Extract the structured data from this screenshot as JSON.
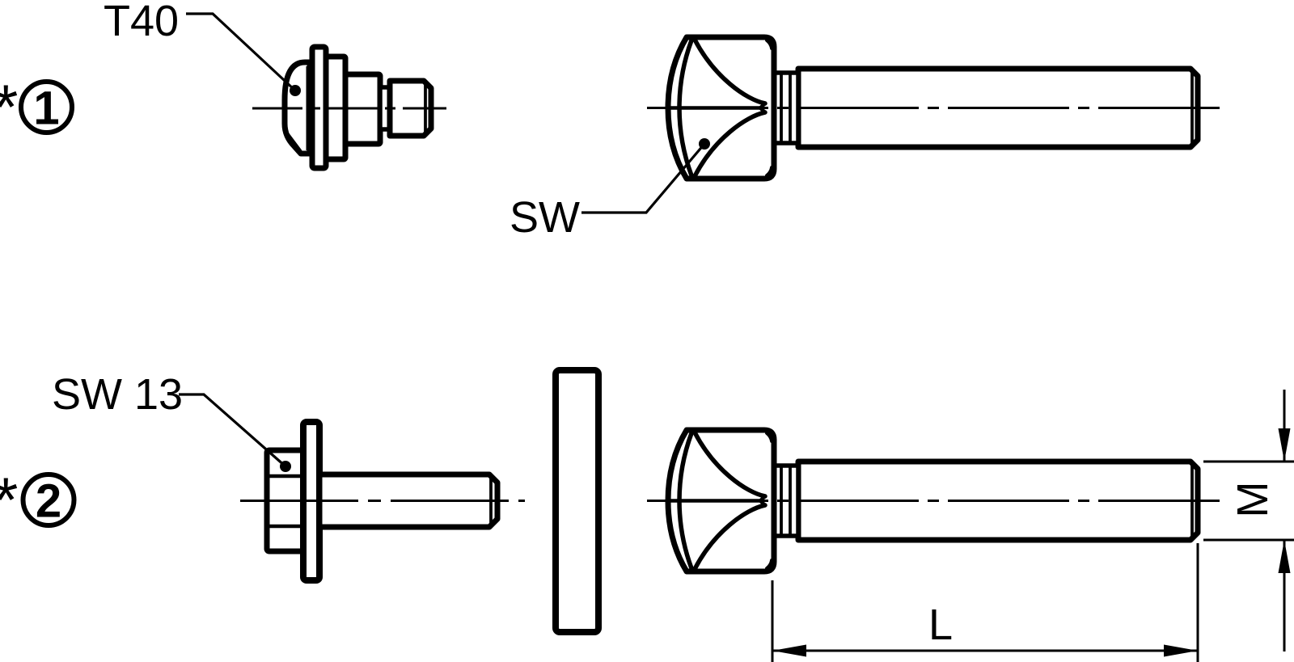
{
  "figure": {
    "type": "fastener-technical-drawing",
    "ink": "#000000",
    "background": "#ffffff"
  },
  "markers": {
    "item1": {
      "asterisk": "*",
      "number": "1"
    },
    "item2": {
      "asterisk": "*",
      "number": "2"
    }
  },
  "callouts": {
    "torx_size": "T40",
    "wrench_flats": "SW",
    "wrench_flats_13": "SW 13"
  },
  "dimensions": {
    "length": "L",
    "thread_size": "M"
  }
}
